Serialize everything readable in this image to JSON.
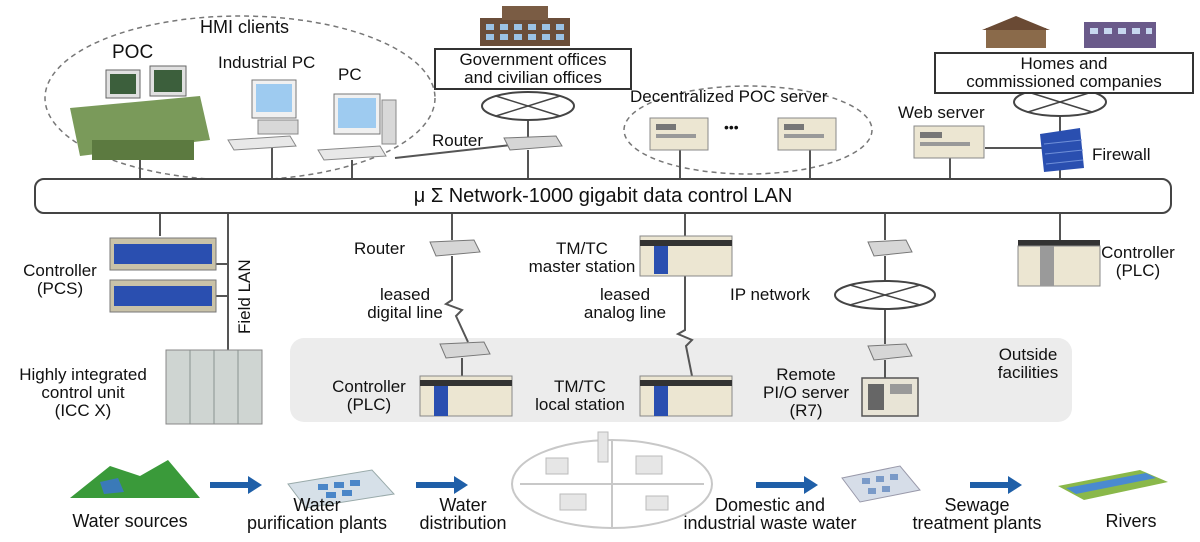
{
  "labels": {
    "hmi_clients": "HMI clients",
    "poc": "POC",
    "industrial_pc": "Industrial PC",
    "pc": "PC",
    "government_offices": "Government offices\nand civilian offices",
    "router_top": "Router",
    "decentralized_poc": "Decentralized POC server",
    "ellipsis": "•••",
    "homes": "Homes and\ncommissioned companies",
    "web_server": "Web server",
    "firewall": "Firewall",
    "lan": "μ Σ Network-1000 gigabit data control LAN",
    "controller_pcs": "Controller\n(PCS)",
    "field_lan": "Field LAN",
    "icc": "Highly integrated\ncontrol unit\n(ICC X)",
    "router_mid": "Router",
    "leased_digital": "leased\ndigital line",
    "tmtc_master": "TM/TC\nmaster station",
    "leased_analog": "leased\nanalog line",
    "ip_network": "IP network",
    "controller_plc_right": "Controller\n(PLC)",
    "outside_facilities": "Outside\nfacilities",
    "controller_plc": "Controller\n(PLC)",
    "tmtc_local": "TM/TC\nlocal station",
    "remote_pio": "Remote\nPI/O server\n(R7)"
  },
  "flow": [
    "Water sources",
    "Water\npurification plants",
    "Water\ndistribution",
    "Domestic and\nindustrial waste water",
    "Sewage\ntreatment plants",
    "Rivers"
  ],
  "colors": {
    "line": "#555555",
    "arrow": "#1f5fa8",
    "device_blue": "#2a4fb0",
    "device_gray": "#d8d8d8",
    "facility_bg": "#ececec",
    "cabinet_green": "#6d8a4a",
    "terrain_green": "#3a9a3a"
  }
}
